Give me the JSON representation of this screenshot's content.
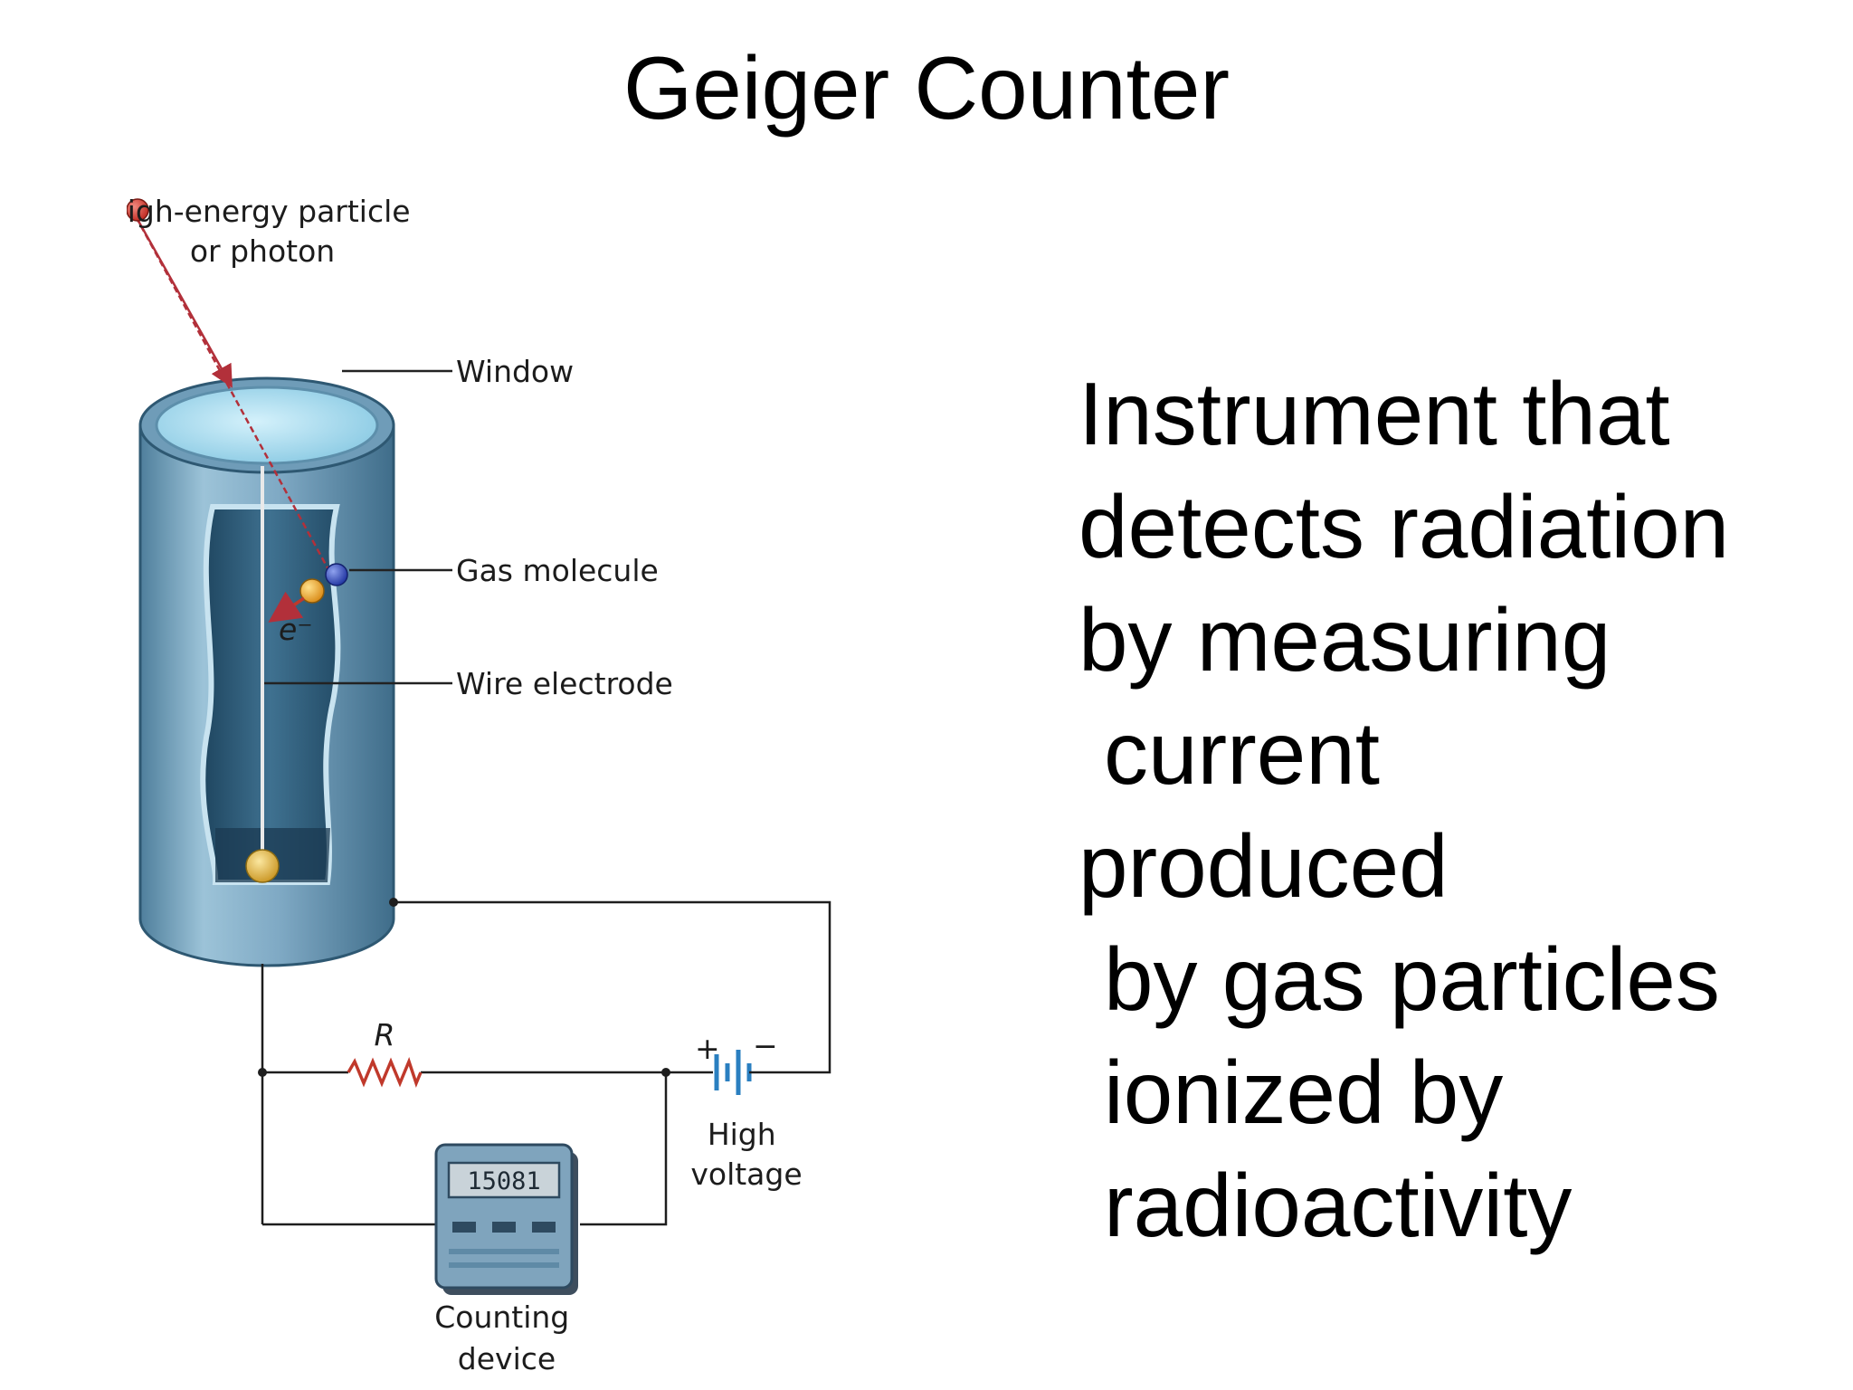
{
  "title": "Geiger Counter",
  "description_lines": [
    "Instrument that",
    "detects radiation",
    "by measuring",
    "current",
    "produced",
    "by gas particles",
    "ionized by",
    "radioactivity"
  ],
  "diagram": {
    "particle_label": [
      "High-energy particle",
      "or photon"
    ],
    "window_label": "Window",
    "gas_molecule_label": "Gas molecule",
    "electron_label": "e⁻",
    "wire_label": "Wire electrode",
    "resistor_label": "R",
    "battery_plus": "+",
    "battery_minus": "−",
    "voltage_label": [
      "High",
      "voltage"
    ],
    "counter_display": "15081",
    "counter_label": [
      "Counting",
      "device"
    ],
    "colors": {
      "tube": "#7fa9c4",
      "tube_dark": "#2e5872",
      "window": "#aee0f2",
      "particle": "#d1372f",
      "track": "#b2303a",
      "resistor": "#c0392b",
      "battery": "#2a7fc0",
      "gas_molecule": "#2b45b8",
      "ion": "#e8a62a",
      "bulb": "#e6b830"
    }
  }
}
